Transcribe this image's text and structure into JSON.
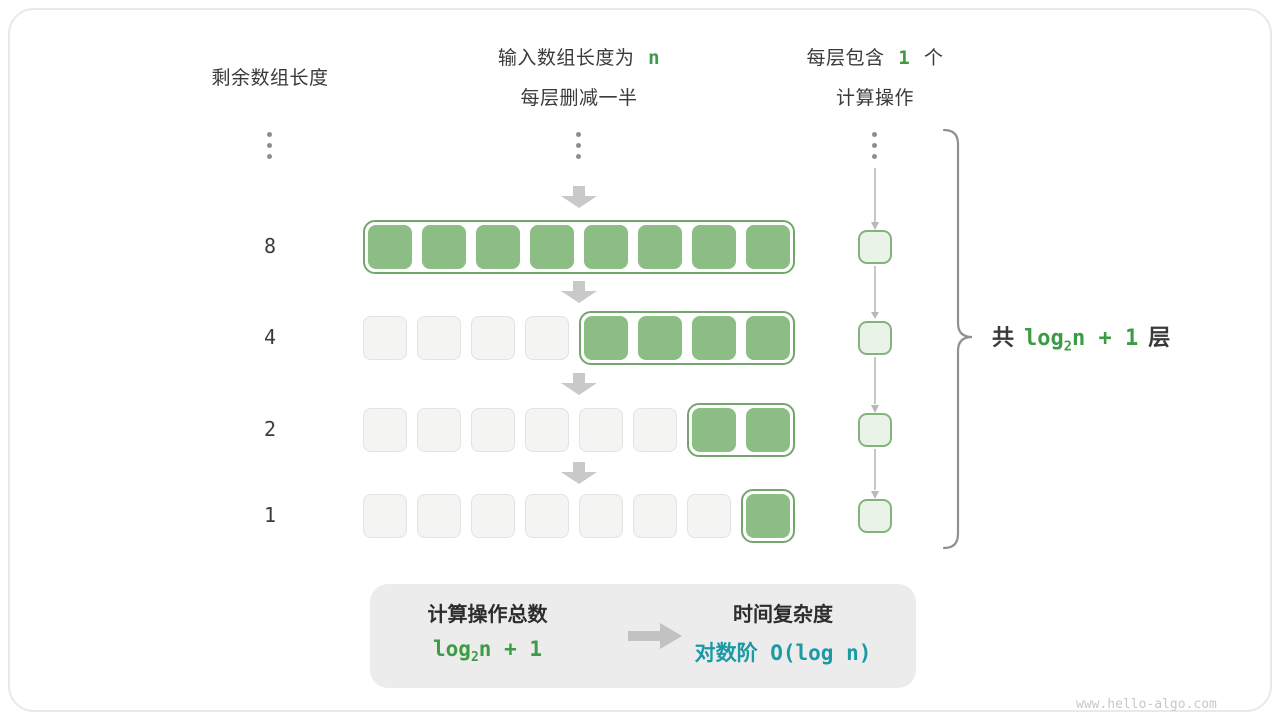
{
  "headers": {
    "left": "剩余数组长度",
    "middle": {
      "line1_prefix": "输入数组长度为",
      "line1_var": "n",
      "line2": "每层删减一半"
    },
    "right": {
      "line1_prefix": "每层包含",
      "line1_num": "1",
      "line1_suffix": "个",
      "line2": "计算操作"
    }
  },
  "rows": [
    {
      "label": "8",
      "gray_cells": 0,
      "green_cells": 8
    },
    {
      "label": "4",
      "gray_cells": 4,
      "green_cells": 4
    },
    {
      "label": "2",
      "gray_cells": 6,
      "green_cells": 2
    },
    {
      "label": "1",
      "gray_cells": 7,
      "green_cells": 1
    }
  ],
  "ops_column": {
    "count": 4
  },
  "brace": {
    "prefix": "共",
    "formula": {
      "fn": "log",
      "sub": "2",
      "rest": "n + 1"
    },
    "suffix": "层"
  },
  "summary": {
    "left_title": "计算操作总数",
    "left_formula": {
      "fn": "log",
      "sub": "2",
      "rest": "n + 1"
    },
    "right_title": "时间复杂度",
    "right_formula": "对数阶 O(log n)"
  },
  "watermark": "www.hello-algo.com",
  "colors": {
    "green_fill": "#8CBD84",
    "green_border": "#73A66D",
    "green_text": "#3E9B45",
    "teal_text": "#1A9AA4",
    "gray_cell": "#F4F4F3",
    "arrow_gray": "#C9C9C9",
    "ops_cell_fill": "#EAF3E7",
    "summary_bg": "#ECECEC"
  }
}
